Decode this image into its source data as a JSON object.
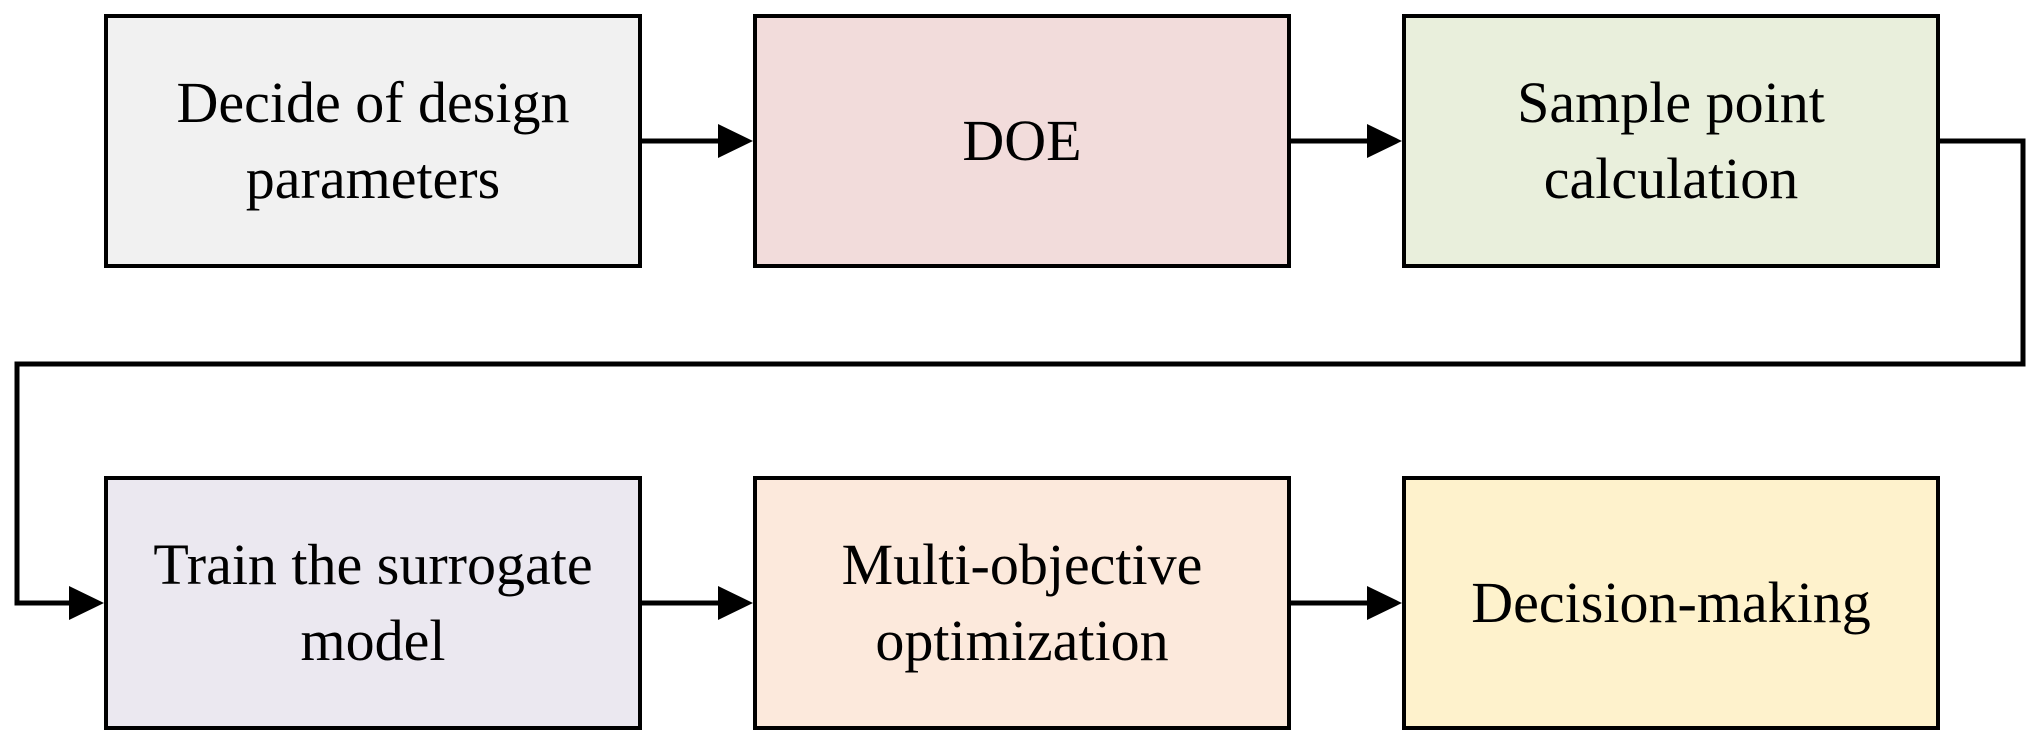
{
  "diagram": {
    "nodes": [
      {
        "id": "box1",
        "label": "Decide of design\nparameters",
        "fill": "#f1f1f1"
      },
      {
        "id": "box2",
        "label": "DOE",
        "fill": "#f2dcdb"
      },
      {
        "id": "box3",
        "label": "Sample point\ncalculation",
        "fill": "#e9efdc"
      },
      {
        "id": "box4",
        "label": "Train the surrogate\nmodel",
        "fill": "#ebe8f0"
      },
      {
        "id": "box5",
        "label": "Multi-objective\noptimization",
        "fill": "#fce9dc"
      },
      {
        "id": "box6",
        "label": "Decision-making",
        "fill": "#fef2cc"
      }
    ],
    "edges": [
      {
        "from": "box1",
        "to": "box2"
      },
      {
        "from": "box2",
        "to": "box3"
      },
      {
        "from": "box3",
        "to": "box4"
      },
      {
        "from": "box4",
        "to": "box5"
      },
      {
        "from": "box5",
        "to": "box6"
      }
    ],
    "colors": {
      "stroke": "#000000"
    }
  }
}
